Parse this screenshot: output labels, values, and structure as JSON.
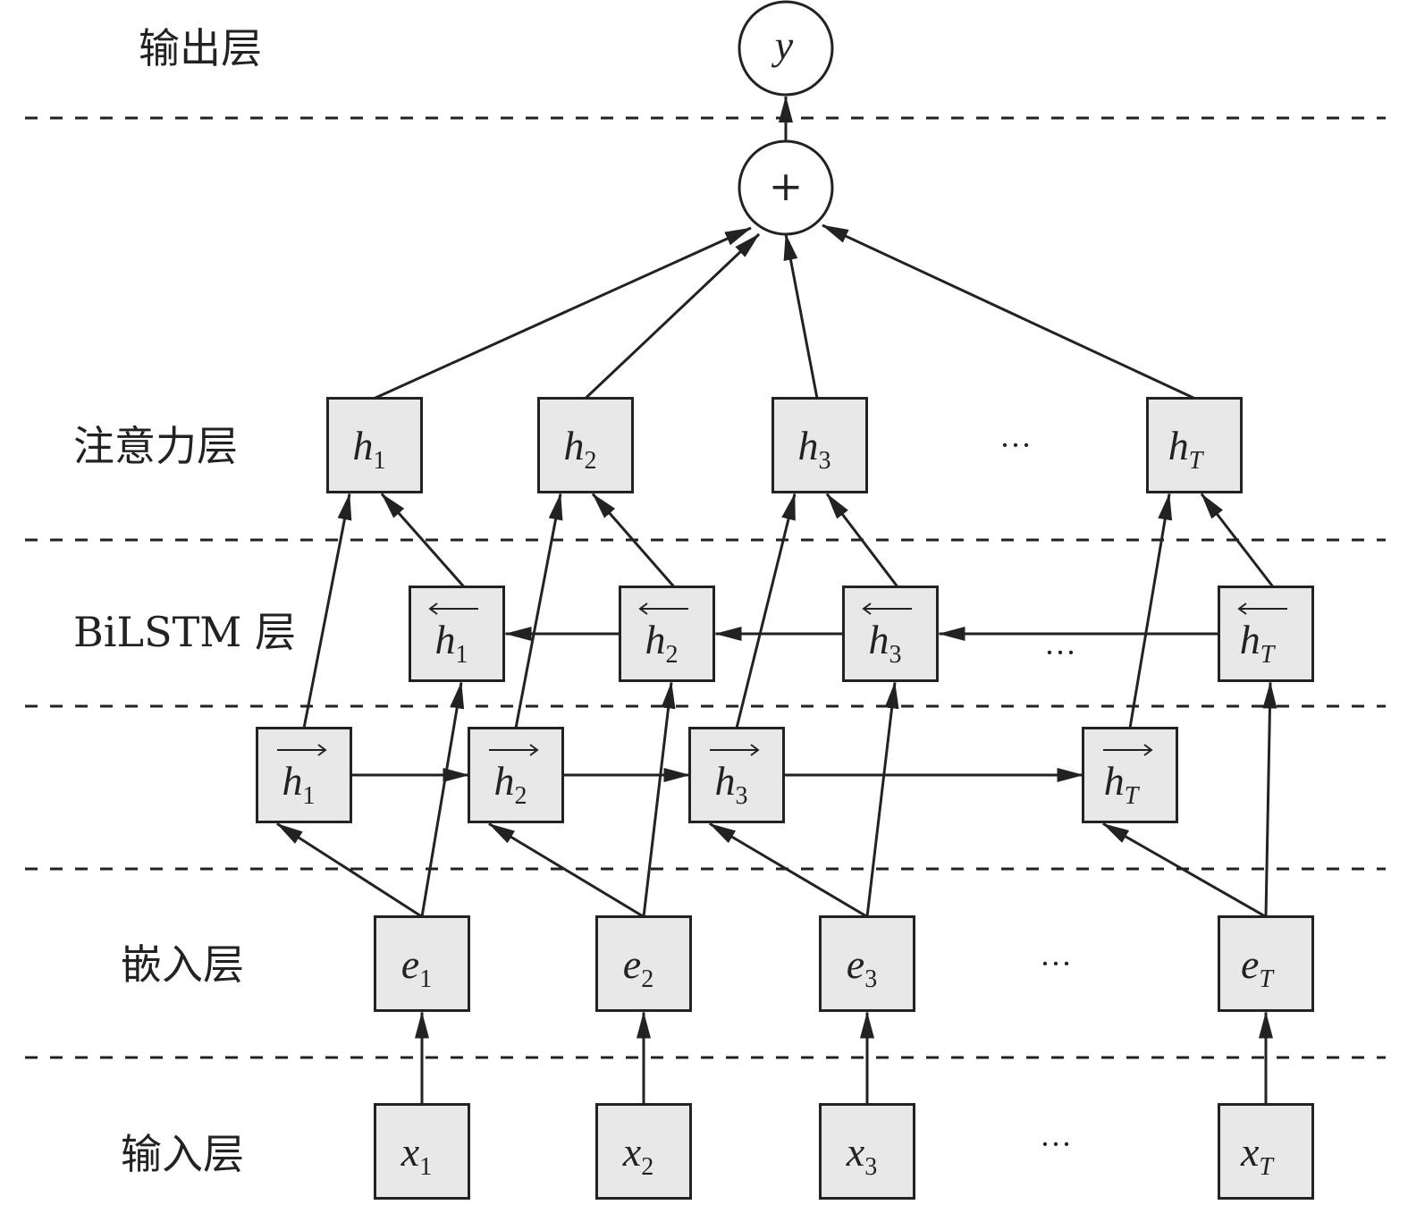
{
  "layers": {
    "output": "输出层",
    "attention": "注意力层",
    "bilstm": "BiLSTM 层",
    "embedding": "嵌入层",
    "input": "输入层"
  },
  "nodes": {
    "y": "y",
    "sum": "+",
    "ellipsis": "···",
    "attention": [
      {
        "v": "h",
        "s": "1"
      },
      {
        "v": "h",
        "s": "2"
      },
      {
        "v": "h",
        "s": "3"
      },
      {
        "v": "h",
        "s": "T"
      }
    ],
    "backward": [
      {
        "v": "h",
        "s": "1"
      },
      {
        "v": "h",
        "s": "2"
      },
      {
        "v": "h",
        "s": "3"
      },
      {
        "v": "h",
        "s": "T"
      }
    ],
    "forward": [
      {
        "v": "h",
        "s": "1"
      },
      {
        "v": "h",
        "s": "2"
      },
      {
        "v": "h",
        "s": "3"
      },
      {
        "v": "h",
        "s": "T"
      }
    ],
    "embedding": [
      {
        "v": "e",
        "s": "1"
      },
      {
        "v": "e",
        "s": "2"
      },
      {
        "v": "e",
        "s": "3"
      },
      {
        "v": "e",
        "s": "T"
      }
    ],
    "input": [
      {
        "v": "x",
        "s": "1"
      },
      {
        "v": "x",
        "s": "2"
      },
      {
        "v": "x",
        "s": "3"
      },
      {
        "v": "x",
        "s": "T"
      }
    ]
  }
}
